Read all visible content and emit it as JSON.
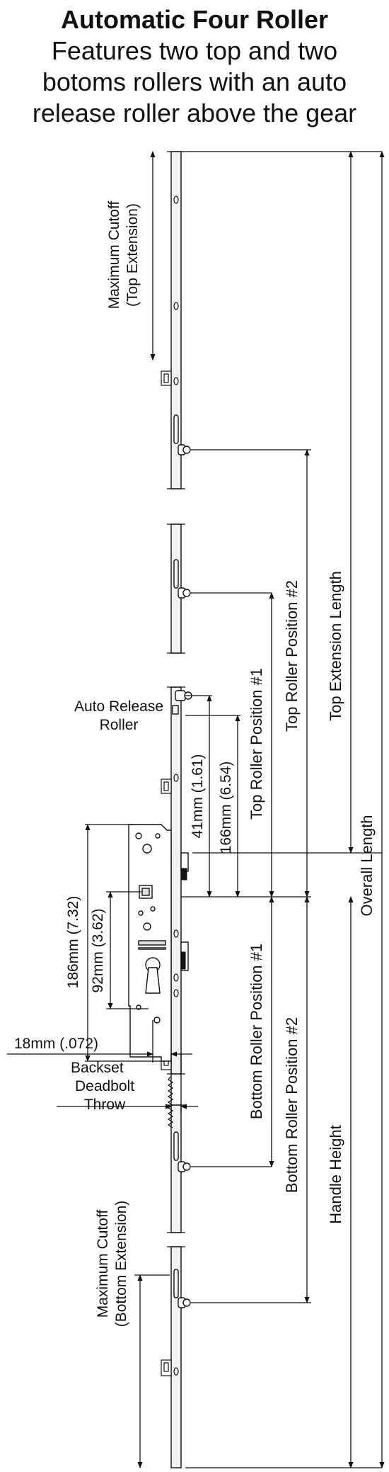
{
  "header": {
    "title": "Automatic Four Roller",
    "subtitle_lines": [
      "Features two top and two",
      "botoms rollers with an auto",
      "release roller above the gear"
    ]
  },
  "labels": {
    "max_cutoff_top_line1": "Maximum Cutoff",
    "max_cutoff_top_line2": "(Top Extension)",
    "auto_release_line1": "Auto Release",
    "auto_release_line2": "Roller",
    "dim_41mm": "41mm (1.61)",
    "dim_166mm": "166mm (6.54)",
    "dim_186mm": "186mm (7.32)",
    "dim_92mm": "92mm (3.62)",
    "dim_18mm": "18mm (.072)",
    "backset": "Backset",
    "deadbolt_line1": "Deadbolt",
    "deadbolt_line2": "Throw",
    "top_roller_1": "Top Roller Position #1",
    "top_roller_2": "Top Roller Position #2",
    "top_extension_length": "Top Extension Length",
    "overall_length": "Overall Length",
    "bottom_roller_1": "Bottom Roller Position #1",
    "bottom_roller_2": "Bottom Roller Position #2",
    "handle_height": "Handle Height",
    "max_cutoff_bottom_line1": "Maximum Cutoff",
    "max_cutoff_bottom_line2": "(Bottom Extension)"
  },
  "colors": {
    "line": "#111111",
    "background": "#ffffff",
    "metal_fill": "#f2f2f2"
  }
}
